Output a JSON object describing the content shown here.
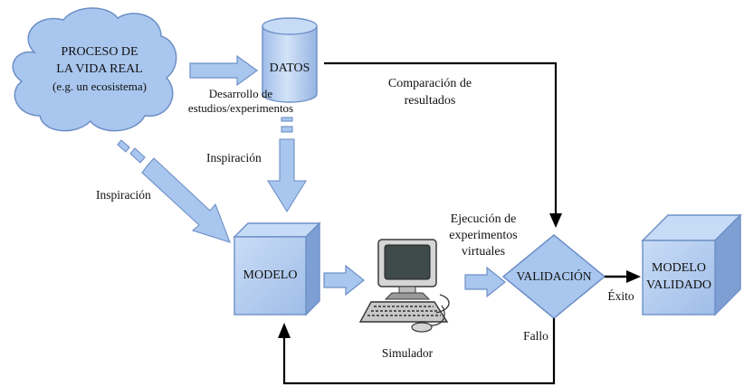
{
  "cloud": {
    "line1": "PROCESO DE",
    "line2": "LA VIDA REAL",
    "line3": "(e.g. un ecosistema)"
  },
  "datos": {
    "label": "DATOS"
  },
  "modelo": {
    "label": "MODELO"
  },
  "validacion": {
    "label": "VALIDACIÓN"
  },
  "modelo_validado": {
    "line1": "MODELO",
    "line2": "VALIDADO"
  },
  "labels": {
    "desarrollo_1": "Desarrollo de",
    "desarrollo_2": "estudios/experimentos",
    "comparacion_1": "Comparación de",
    "comparacion_2": "resultados",
    "inspiracion_top": "Inspiración",
    "inspiracion_left": "Inspiración",
    "ejecucion_1": "Ejecución de",
    "ejecucion_2": "experimentos",
    "ejecucion_3": "virtuales",
    "simulador": "Simulador",
    "exito": "Éxito",
    "fallo": "Fallo"
  },
  "colors": {
    "fill": "#a9c6ee",
    "fill_dark": "#7d9fd4",
    "fill_light": "#c6dbf6",
    "stroke": "#5b7fb8",
    "line": "#000000"
  }
}
